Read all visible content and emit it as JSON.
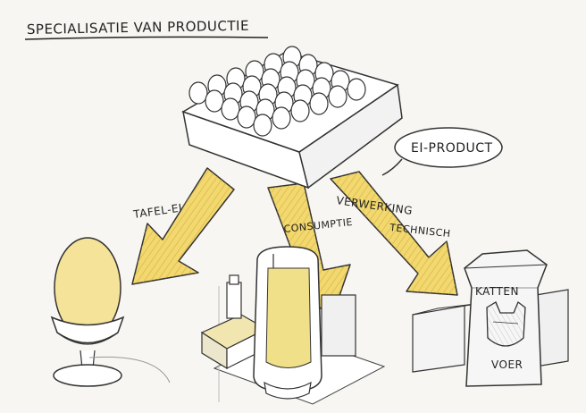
{
  "title": "SPECIALISATIE VAN PRODUCTIE",
  "labels": {
    "tafel_ei": "TAFEL-EI",
    "consumptie": "CONSUMPTIE",
    "verwerking": "VERWERKING",
    "technisch": "TECHNISCH",
    "ei_product": "EI-PRODUCT",
    "bag_top": "KATTEN",
    "bag_bottom": "VOER"
  },
  "colors": {
    "arrow": "#f2d86e",
    "arrow_shadow": "#c9a93c",
    "ink": "#222222",
    "paper": "#f7f6f2",
    "mayo": "#f0e08a"
  }
}
